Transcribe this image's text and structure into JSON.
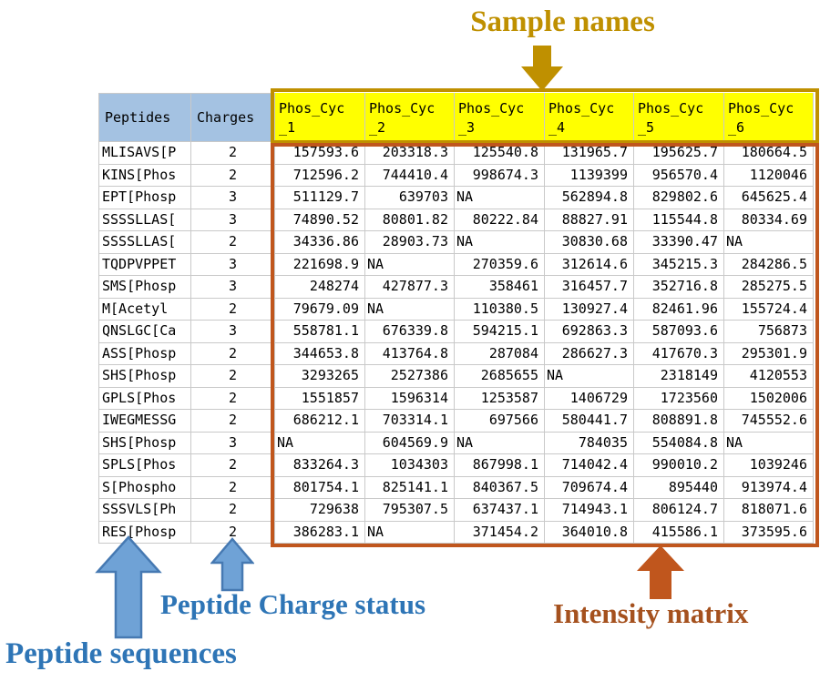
{
  "annotations": {
    "sample_names": "Sample names",
    "peptide_sequences": "Peptide sequences",
    "peptide_charge_status": "Peptide Charge status",
    "intensity_matrix": "Intensity matrix"
  },
  "colors": {
    "header_fill": "#A4C2E2",
    "sample_header_fill": "#FFFF00",
    "sample_box_border": "#BF9000",
    "matrix_box_border": "#C0561D",
    "sample_annotation": "#BF9000",
    "sequence_annotation": "#2E75B6",
    "intensity_annotation": "#A5511E",
    "arrow_fill": "#6FA2D6",
    "arrow_stroke": "#4679B2"
  },
  "table": {
    "peptide_header": "Peptides",
    "charge_header": "Charges",
    "sample_prefix": "Phos_Cyc",
    "sample_suffixes": [
      "_1",
      "_2",
      "_3",
      "_4",
      "_5",
      "_6"
    ],
    "rows": [
      {
        "peptide": "MLISAVS[P",
        "charge": "2",
        "values": [
          "157593.6",
          "203318.3",
          "125540.8",
          "131965.7",
          "195625.7",
          "180664.5"
        ]
      },
      {
        "peptide": "KINS[Phos",
        "charge": "2",
        "values": [
          "712596.2",
          "744410.4",
          "998674.3",
          "1139399",
          "956570.4",
          "1120046"
        ]
      },
      {
        "peptide": "EPT[Phosp",
        "charge": "3",
        "values": [
          "511129.7",
          "639703",
          "NA",
          "562894.8",
          "829802.6",
          "645625.4"
        ]
      },
      {
        "peptide": "SSSSLLAS[",
        "charge": "3",
        "values": [
          "74890.52",
          "80801.82",
          "80222.84",
          "88827.91",
          "115544.8",
          "80334.69"
        ]
      },
      {
        "peptide": "SSSSLLAS[",
        "charge": "2",
        "values": [
          "34336.86",
          "28903.73",
          "NA",
          "30830.68",
          "33390.47",
          "NA"
        ]
      },
      {
        "peptide": "TQDPVPPET",
        "charge": "3",
        "values": [
          "221698.9",
          "NA",
          "270359.6",
          "312614.6",
          "345215.3",
          "284286.5"
        ]
      },
      {
        "peptide": "SMS[Phosp",
        "charge": "3",
        "values": [
          "248274",
          "427877.3",
          "358461",
          "316457.7",
          "352716.8",
          "285275.5"
        ]
      },
      {
        "peptide": "M[Acetyl",
        "charge": "2",
        "values": [
          "79679.09",
          "NA",
          "110380.5",
          "130927.4",
          "82461.96",
          "155724.4"
        ]
      },
      {
        "peptide": "QNSLGC[Ca",
        "charge": "3",
        "values": [
          "558781.1",
          "676339.8",
          "594215.1",
          "692863.3",
          "587093.6",
          "756873"
        ]
      },
      {
        "peptide": "ASS[Phosp",
        "charge": "2",
        "values": [
          "344653.8",
          "413764.8",
          "287084",
          "286627.3",
          "417670.3",
          "295301.9"
        ]
      },
      {
        "peptide": "SHS[Phosp",
        "charge": "2",
        "values": [
          "3293265",
          "2527386",
          "2685655",
          "NA",
          "2318149",
          "4120553"
        ]
      },
      {
        "peptide": "GPLS[Phos",
        "charge": "2",
        "values": [
          "1551857",
          "1596314",
          "1253587",
          "1406729",
          "1723560",
          "1502006"
        ]
      },
      {
        "peptide": "IWEGMESSG",
        "charge": "2",
        "values": [
          "686212.1",
          "703314.1",
          "697566",
          "580441.7",
          "808891.8",
          "745552.6"
        ]
      },
      {
        "peptide": "SHS[Phosp",
        "charge": "3",
        "values": [
          "NA",
          "604569.9",
          "NA",
          "784035",
          "554084.8",
          "NA"
        ]
      },
      {
        "peptide": "SPLS[Phos",
        "charge": "2",
        "values": [
          "833264.3",
          "1034303",
          "867998.1",
          "714042.4",
          "990010.2",
          "1039246"
        ]
      },
      {
        "peptide": "S[Phospho",
        "charge": "2",
        "values": [
          "801754.1",
          "825141.1",
          "840367.5",
          "709674.4",
          "895440",
          "913974.4"
        ]
      },
      {
        "peptide": "SSSVLS[Ph",
        "charge": "2",
        "values": [
          "729638",
          "795307.5",
          "637437.1",
          "714943.1",
          "806124.7",
          "818071.6"
        ]
      },
      {
        "peptide": "RES[Phosp",
        "charge": "2",
        "values": [
          "386283.1",
          "NA",
          "371454.2",
          "364010.8",
          "415586.1",
          "373595.6"
        ]
      }
    ]
  }
}
